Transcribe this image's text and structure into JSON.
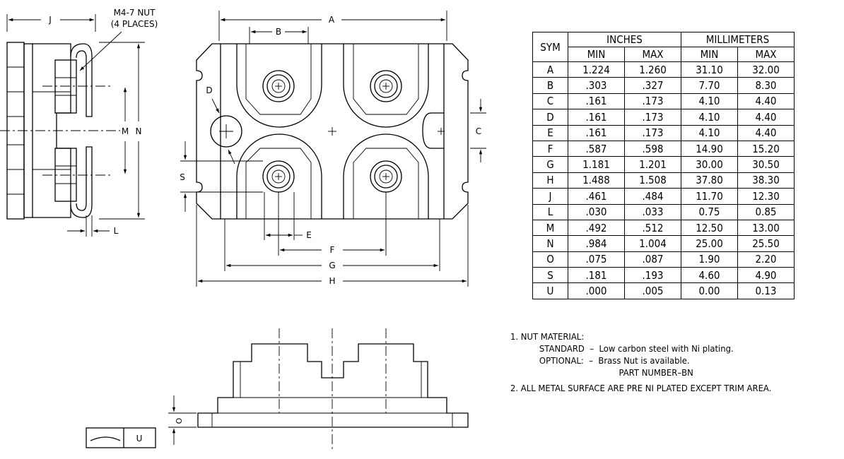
{
  "labels": {
    "nut_callout": "M4-7 NUT",
    "nut_places": "(4 PLACES)",
    "dim_J": "J",
    "dim_M": "M",
    "dim_N": "N",
    "dim_L": "L",
    "dim_A": "A",
    "dim_B": "B",
    "dim_C": "C",
    "dim_D": "D",
    "dim_S": "S",
    "dim_E": "E",
    "dim_F": "F",
    "dim_G": "G",
    "dim_H": "H",
    "dim_O": "O",
    "dim_U": "U"
  },
  "table": {
    "sym_header": "SYM",
    "inches_header": "INCHES",
    "mm_header": "MILLIMETERS",
    "min": "MIN",
    "max": "MAX",
    "rows": [
      {
        "sym": "A",
        "in_min": "1.224",
        "in_max": "1.260",
        "mm_min": "31.10",
        "mm_max": "32.00"
      },
      {
        "sym": "B",
        "in_min": ".303",
        "in_max": ".327",
        "mm_min": "7.70",
        "mm_max": "8.30"
      },
      {
        "sym": "C",
        "in_min": ".161",
        "in_max": ".173",
        "mm_min": "4.10",
        "mm_max": "4.40"
      },
      {
        "sym": "D",
        "in_min": ".161",
        "in_max": ".173",
        "mm_min": "4.10",
        "mm_max": "4.40"
      },
      {
        "sym": "E",
        "in_min": ".161",
        "in_max": ".173",
        "mm_min": "4.10",
        "mm_max": "4.40"
      },
      {
        "sym": "F",
        "in_min": ".587",
        "in_max": ".598",
        "mm_min": "14.90",
        "mm_max": "15.20"
      },
      {
        "sym": "G",
        "in_min": "1.181",
        "in_max": "1.201",
        "mm_min": "30.00",
        "mm_max": "30.50"
      },
      {
        "sym": "H",
        "in_min": "1.488",
        "in_max": "1.508",
        "mm_min": "37.80",
        "mm_max": "38.30"
      },
      {
        "sym": "J",
        "in_min": ".461",
        "in_max": ".484",
        "mm_min": "11.70",
        "mm_max": "12.30"
      },
      {
        "sym": "L",
        "in_min": ".030",
        "in_max": ".033",
        "mm_min": "0.75",
        "mm_max": "0.85"
      },
      {
        "sym": "M",
        "in_min": ".492",
        "in_max": ".512",
        "mm_min": "12.50",
        "mm_max": "13.00"
      },
      {
        "sym": "N",
        "in_min": ".984",
        "in_max": "1.004",
        "mm_min": "25.00",
        "mm_max": "25.50"
      },
      {
        "sym": "O",
        "in_min": ".075",
        "in_max": ".087",
        "mm_min": "1.90",
        "mm_max": "2.20"
      },
      {
        "sym": "S",
        "in_min": ".181",
        "in_max": ".193",
        "mm_min": "4.60",
        "mm_max": "4.90"
      },
      {
        "sym": "U",
        "in_min": ".000",
        "in_max": ".005",
        "mm_min": "0.00",
        "mm_max": "0.13"
      }
    ]
  },
  "notes": {
    "n1_title": "1. NUT MATERIAL:",
    "n1_standard": "STANDARD  –  Low carbon steel with Ni plating.",
    "n1_optional": "OPTIONAL:  –  Brass Nut is available.",
    "n1_part": "PART NUMBER–BN",
    "n2": "2. ALL METAL SURFACE ARE PRE NI PLATED EXCEPT TRIM AREA."
  }
}
